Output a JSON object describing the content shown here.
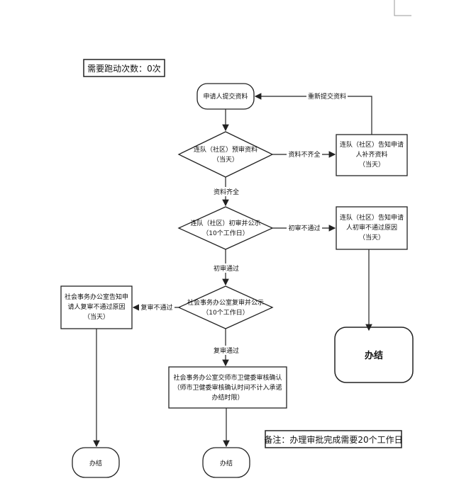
{
  "header_note": "需要跑动次数：0次",
  "footer_note": "备注：办理审批完成需要20个工作日",
  "nodes": {
    "start": "申请人提交资料",
    "pre_review": [
      "连队（社区）预审资料",
      "（当天）"
    ],
    "notify_supplement": [
      "连队（社区）告知申请",
      "人补齐资料",
      "（当天）"
    ],
    "first_review": [
      "连队（社区）初审并公示",
      "（10个工作日）"
    ],
    "notify_first_fail": [
      "连队（社区）告知申请",
      "人初审不通过原因",
      "（当天）"
    ],
    "end_right": "办结",
    "second_review": [
      "社会事务办公室复审并公示",
      "（10个工作日）"
    ],
    "notify_second_fail": [
      "社会事务办公室告知申",
      "请人复审不通过原因",
      "（当天）"
    ],
    "confirm": [
      "社会事务办公室交师市卫健委审核确认",
      "（师市卫健委审核确认时间不计入承诺",
      "办结时限）"
    ],
    "end_left": "办结",
    "end_center": "办结"
  },
  "edges": {
    "resubmit": "重新提交资料",
    "incomplete": "资料不齐全",
    "complete": "资料齐全",
    "first_fail": "初审不通过",
    "first_pass": "初审通过",
    "second_fail": "复审不通过",
    "second_pass": "复审通过"
  }
}
